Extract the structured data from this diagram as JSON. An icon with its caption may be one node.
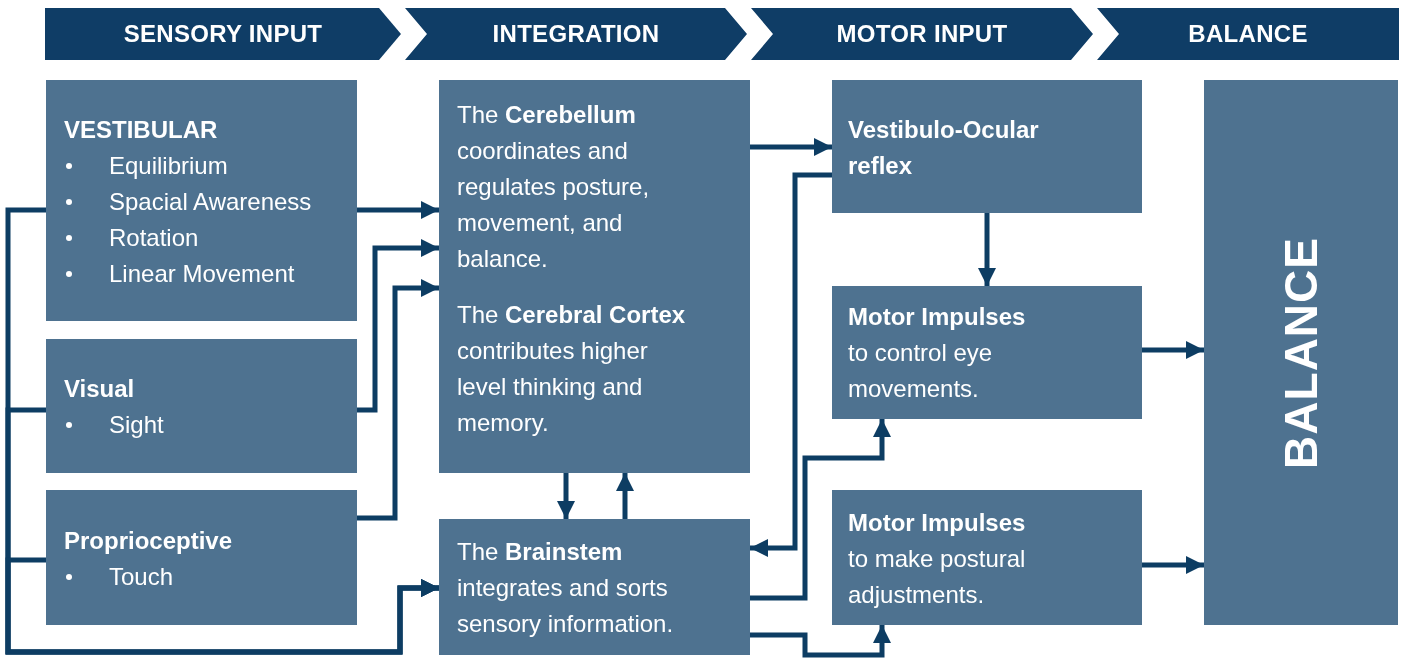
{
  "diagram": {
    "nodes": [
      {
        "text": [
          "SENSORY INPUT"
        ]
      },
      {
        "text": [
          "INTEGRATION"
        ]
      },
      {
        "text": [
          "MOTOR INPUT"
        ]
      },
      {
        "text": [
          "BALANCE"
        ]
      },
      {
        "text": [
          "VESTIBULAR",
          "Equilibrium",
          "Spacial Awareness",
          "Rotation",
          "Linear Movement"
        ]
      },
      {
        "text": [
          "Visual",
          "Sight"
        ]
      },
      {
        "text": [
          "Proprioceptive",
          "Touch"
        ]
      },
      {
        "text": [
          "The **Cerebellum** coordinates and regulates posture, movement, and balance.",
          "The **Cerebral Cortex** contributes higher level thinking and memory."
        ]
      },
      {
        "text": [
          "The **Brainstem** integrates and sorts sensory information."
        ]
      },
      {
        "text": [
          "Vestibulo-Ocular reflex"
        ]
      },
      {
        "text": [
          "Motor Impulses",
          "to control eye movements."
        ]
      },
      {
        "text": [
          "Motor Impulses",
          "to make postural adjustments."
        ]
      },
      {
        "text": [
          "BALANCE"
        ]
      }
    ],
    "edges": [
      {
        "from": 4,
        "to": 7,
        "arrow": "to"
      },
      {
        "from": 5,
        "to": 7,
        "arrow": "to"
      },
      {
        "from": 6,
        "to": 7,
        "arrow": "to"
      },
      {
        "from": 4,
        "to": 8,
        "arrow": "to"
      },
      {
        "from": 5,
        "to": 8,
        "arrow": "to"
      },
      {
        "from": 6,
        "to": 8,
        "arrow": "to"
      },
      {
        "from": 7,
        "to": 9,
        "arrow": "to"
      },
      {
        "from": 7,
        "to": 8,
        "arrow": "to"
      },
      {
        "from": 8,
        "to": 7,
        "arrow": "to"
      },
      {
        "from": 9,
        "to": 8,
        "arrow": "to"
      },
      {
        "from": 9,
        "to": 10,
        "arrow": "to"
      },
      {
        "from": 8,
        "to": 10,
        "arrow": "to"
      },
      {
        "from": 8,
        "to": 11,
        "arrow": "to"
      },
      {
        "from": 10,
        "to": 12,
        "arrow": "to"
      },
      {
        "from": 11,
        "to": 12,
        "arrow": "to"
      }
    ]
  }
}
